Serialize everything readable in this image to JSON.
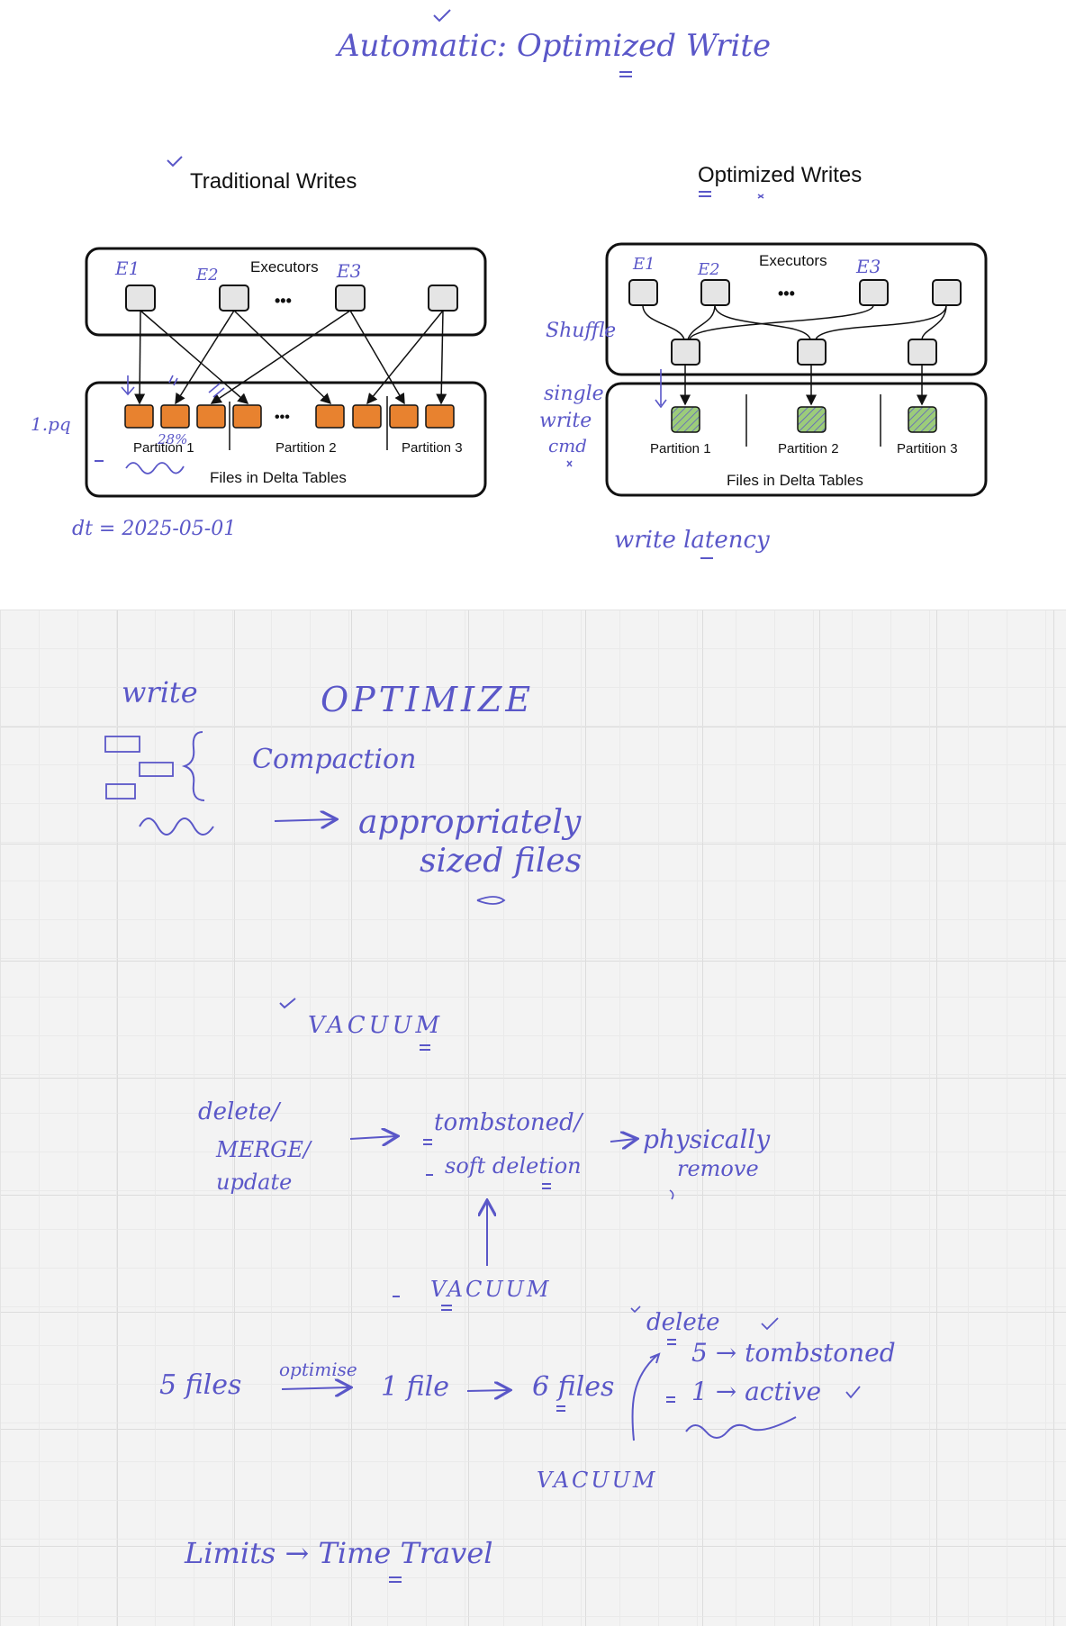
{
  "page_title": "Automatic: Optimized Write",
  "traditional": {
    "title": "Traditional Writes",
    "executors_label": "Executors",
    "ellipsis": "•••",
    "exec_labels": [
      "E1",
      "E2",
      "E3"
    ],
    "partitions": [
      "Partition 1",
      "Partition 2",
      "Partition 3"
    ],
    "files_label": "Files in Delta Tables",
    "side_note": "1.pq",
    "under_note": "28%",
    "date_note": "dt = 2025-05-01"
  },
  "optimized": {
    "title": "Optimized Writes",
    "executors_label": "Executors",
    "ellipsis": "•••",
    "exec_labels": [
      "E1",
      "E2",
      "E3"
    ],
    "partitions": [
      "Partition 1",
      "Partition 2",
      "Partition 3"
    ],
    "files_label": "Files in Delta Tables",
    "shuffle_note": "Shuffle",
    "single_write_note": [
      "single",
      "write",
      "cmd"
    ],
    "latency_note": "write latency"
  },
  "notes": {
    "write": "write",
    "optimize": "OPTIMIZE",
    "compaction": "Compaction",
    "arrow_text": "appropriately",
    "sized": "sized files",
    "vacuum_title": "VACUUM",
    "delete_lines": [
      "delete/",
      "MERGE/",
      "update"
    ],
    "tombstoned": "tombstoned/",
    "soft_deletion": "soft deletion",
    "physically": "physically",
    "remove": "remove",
    "vacuum2": "VACUUM",
    "five_files": "5 files",
    "optimise": "optimise",
    "one_file": "1 file",
    "six_files": "6 files",
    "delete_note": "delete",
    "tombstoned_note": "5 → tombstoned",
    "active_note": "1 → active",
    "vacuum3": "VACUUM",
    "limits": "Limits → Time Travel"
  },
  "colors": {
    "ink": "#5a57c8",
    "orange": "#e8822f",
    "green": "#9ccc7a",
    "gray": "#e5e5e5"
  }
}
